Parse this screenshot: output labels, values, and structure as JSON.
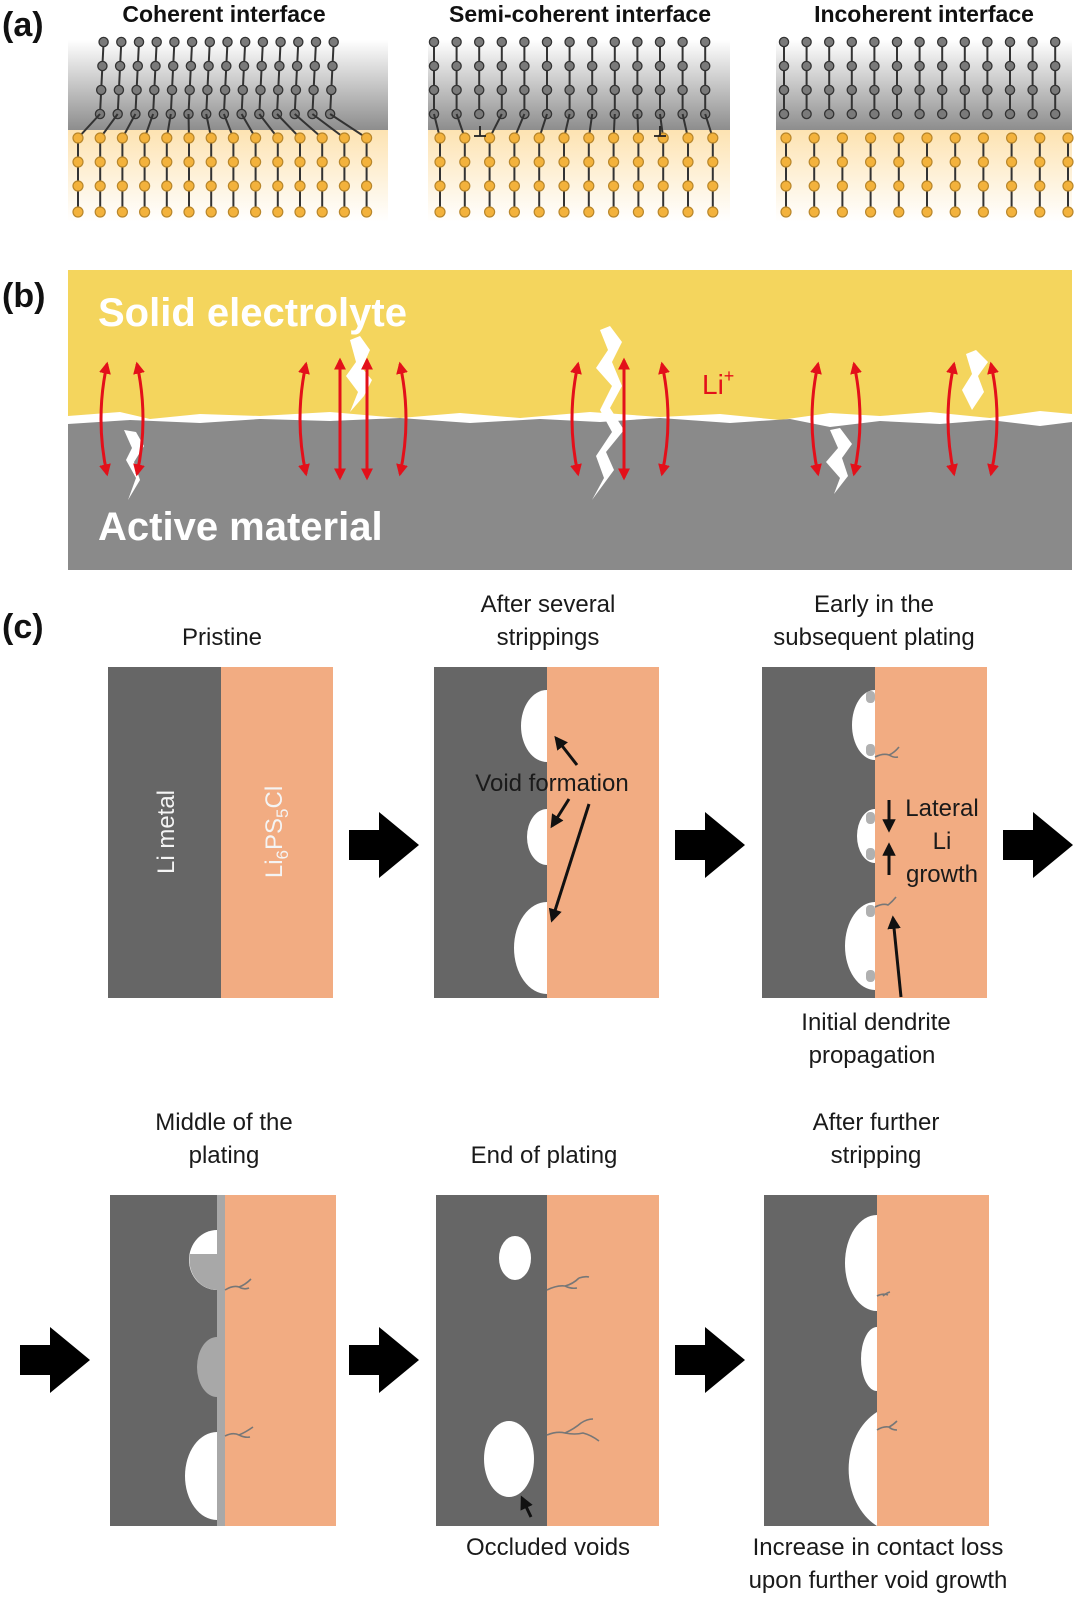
{
  "panels": {
    "a": {
      "label": "(a)",
      "interfaces": [
        "Coherent interface",
        "Semi-coherent interface",
        "Incoherent interface"
      ]
    },
    "b": {
      "label": "(b)",
      "top_label": "Solid electrolyte",
      "bottom_label": "Active material",
      "ion_label": "Li",
      "ion_charge": "+"
    },
    "c": {
      "label": "(c)",
      "stages": [
        {
          "title1": "",
          "title2": "Pristine"
        },
        {
          "title1": "After several",
          "title2": "strippings"
        },
        {
          "title1": "Early in the",
          "title2": "subsequent plating"
        },
        {
          "title1": "Middle of the",
          "title2": "plating"
        },
        {
          "title1": "",
          "title2": "End of plating"
        },
        {
          "title1": "After further",
          "title2": "stripping"
        }
      ],
      "li_metal": "Li metal",
      "electrolyte": {
        "p1": "Li",
        "s1": "6",
        "p2": "PS",
        "s2": "5",
        "p3": "Cl"
      },
      "annotations": {
        "void_formation": "Void formation",
        "lateral": [
          "Lateral",
          "Li",
          "growth"
        ],
        "dendrite": [
          "Initial dendrite",
          "propagation"
        ],
        "occluded": "Occluded voids",
        "contact_loss": [
          "Increase in contact loss",
          "upon further void growth"
        ]
      }
    }
  },
  "colors": {
    "li_metal": "#666666",
    "electrolyte": "#f2ac82",
    "solid_electrolyte": "#f4d55d",
    "active_material": "#8a8a8a",
    "atom_gray": "#7a7a7a",
    "atom_orange": "#f3b23c",
    "arrow_red": "#e3101a"
  }
}
